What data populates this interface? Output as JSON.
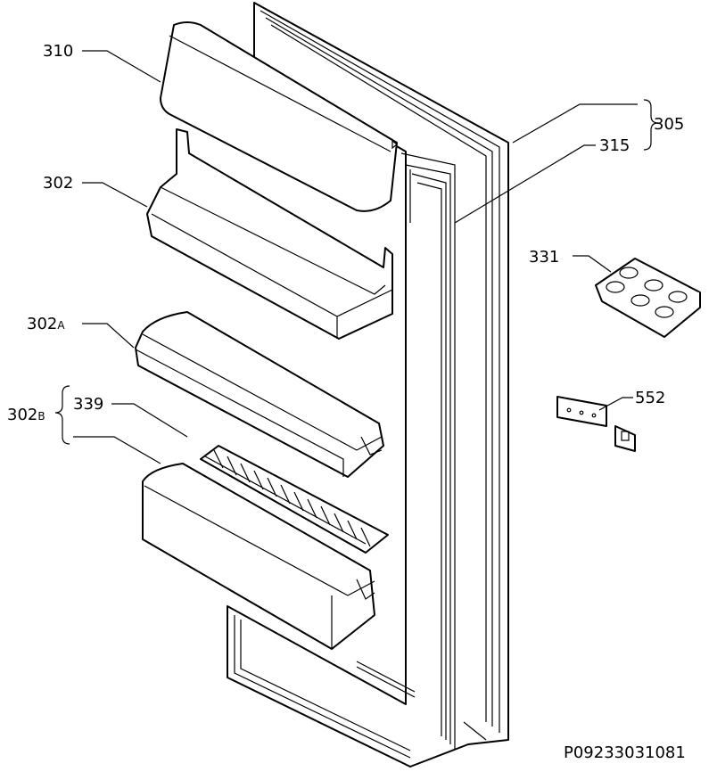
{
  "colors": {
    "line": "#000000",
    "background": "#ffffff"
  },
  "labels": {
    "l310": "310",
    "l302": "302",
    "l302a_num": "302",
    "l302a_suf": "A",
    "l302b_num": "302",
    "l302b_suf": "B",
    "l339": "339",
    "l305": "305",
    "l315": "315",
    "l331": "331",
    "l552": "552"
  },
  "drawing_code": "P09233031081"
}
